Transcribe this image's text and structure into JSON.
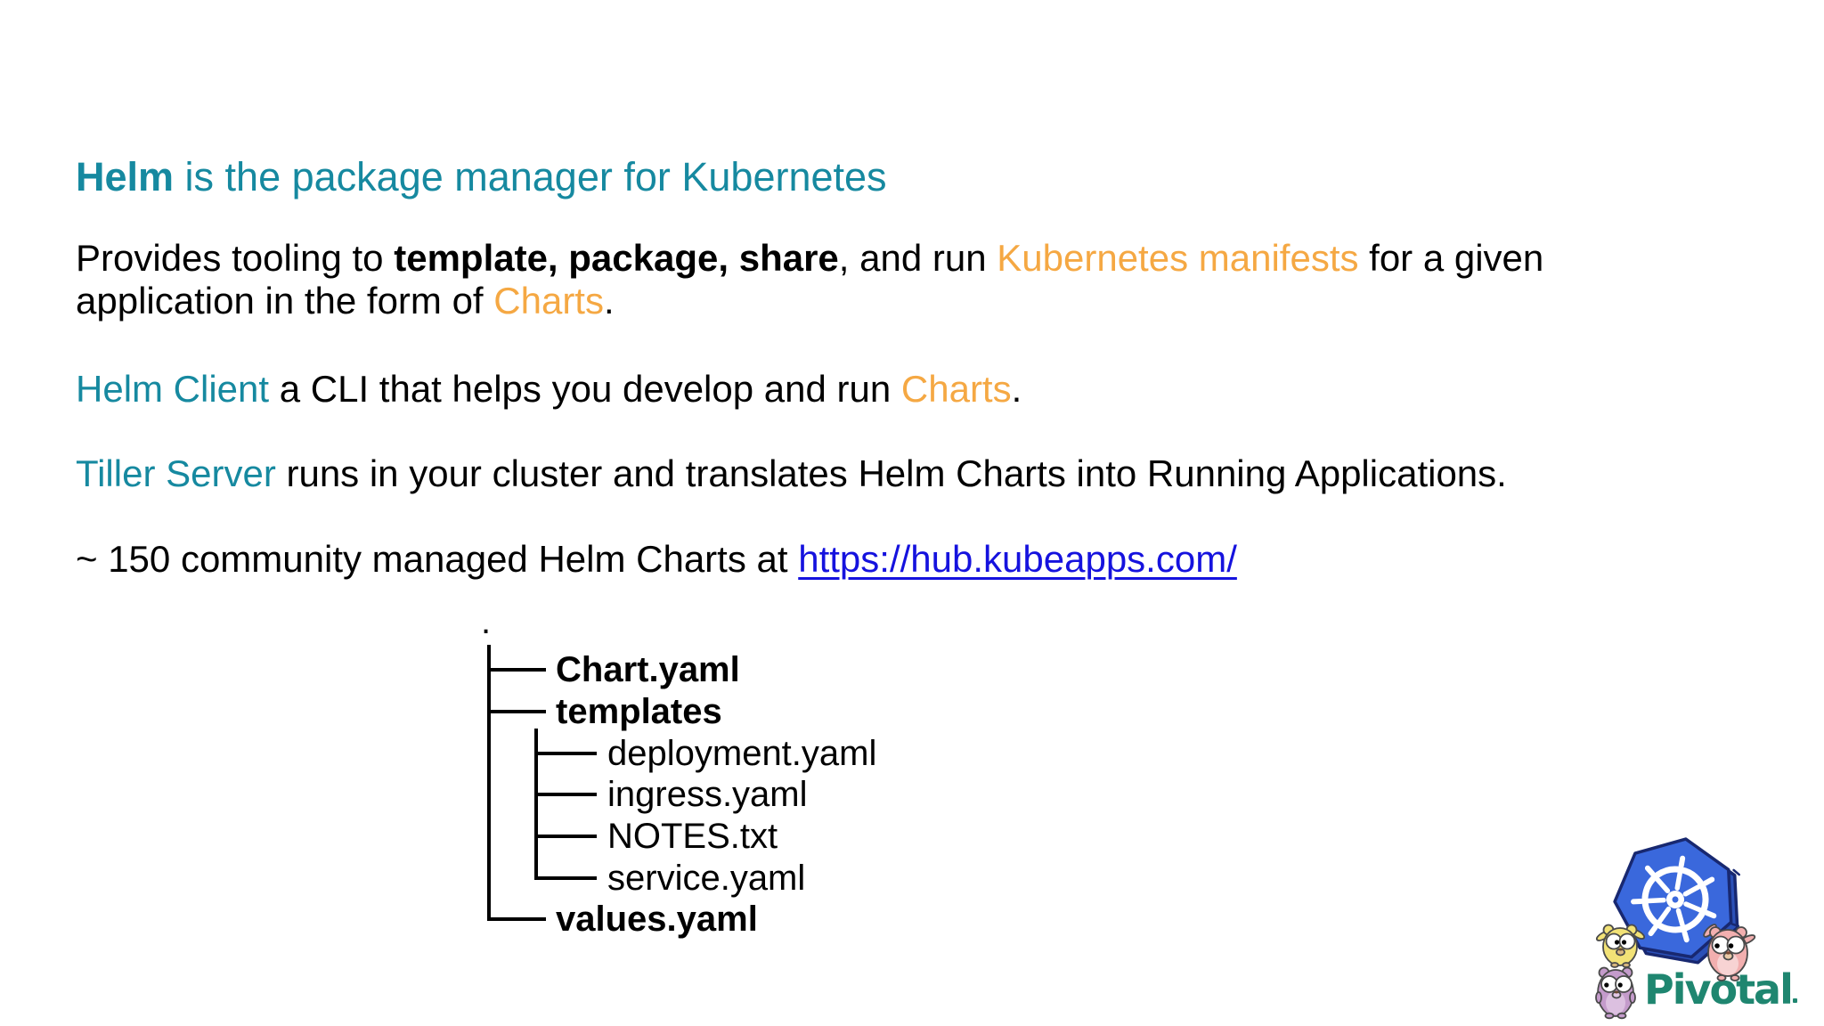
{
  "slide": {
    "title": {
      "highlight": "Helm",
      "rest": " is the package manager for Kubernetes"
    },
    "tooling": {
      "t1": "Provides tooling to ",
      "t2_bold": "template, package, share",
      "t3": ", and run ",
      "t4_orange": "Kubernetes manifests",
      "t5": " for a given",
      "t6": "application in the form of ",
      "t7_orange": "Charts",
      "t8": "."
    },
    "helm_client": {
      "term": "Helm Client",
      "t1": " a CLI that helps you develop and run ",
      "t2_orange": "Charts",
      "t3": "."
    },
    "tiller": {
      "term": "Tiller Server",
      "t1": " runs in your cluster and translates Helm Charts into Running Applications."
    },
    "community": {
      "t1": "~ 150 community managed Helm Charts at ",
      "link_text": "https://hub.kubeapps.com/"
    },
    "tree": {
      "root": ".",
      "items": [
        {
          "label": "Chart.yaml"
        },
        {
          "label": "templates"
        },
        {
          "label": "deployment.yaml"
        },
        {
          "label": "ingress.yaml"
        },
        {
          "label": "NOTES.txt"
        },
        {
          "label": "service.yaml"
        },
        {
          "label": "values.yaml"
        }
      ]
    },
    "logo": {
      "brand": "Pivotal"
    },
    "colors": {
      "teal": "#1689A0",
      "orange": "#F5A843",
      "link_blue": "#1512DE",
      "pivotal_green": "#1F8670",
      "kubernetes_blue": "#3A68DC",
      "text_black": "#000000"
    }
  }
}
